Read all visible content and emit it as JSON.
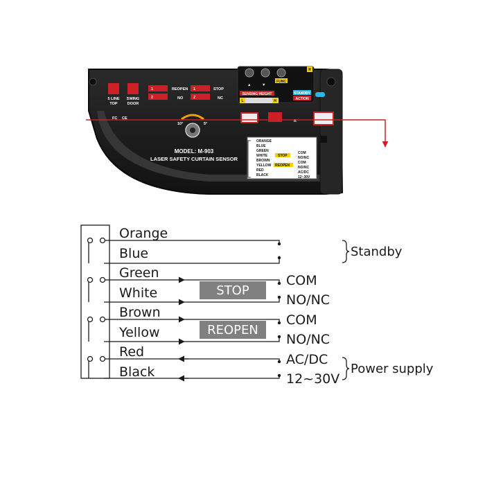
{
  "device": {
    "model": "MODEL: M-903",
    "product": "LASER SAFETY CURTAIN SENSOR",
    "func": "FUNC",
    "sensing_height": "SENSING HEIGHT",
    "standby": "STANDBY",
    "action": "ACTION",
    "line_top": [
      "5 LINE",
      "TOP"
    ],
    "swing_door": [
      "SWING",
      "DOOR"
    ],
    "reopen": "REOPEN",
    "stop": "STOP",
    "no": "NO",
    "nc": "NC",
    "ch1": "1",
    "ch2": "2",
    "angle_left": "10°",
    "angle_right": "5°",
    "fcc": "FC",
    "ce": "CE",
    "sw_l": "L",
    "sw_h": "H",
    "r_mark": "R",
    "corner_r": "R",
    "label_wires": [
      "ORANGE",
      "BLUE",
      "GREEN",
      "WHITE",
      "BROWN",
      "YELLOW",
      "RED",
      "BLACK"
    ],
    "label_stop": "STOP",
    "label_reopen": "REOPEN",
    "label_com1": "COM",
    "label_nonc1": "NO/NC",
    "label_com2": "COM",
    "label_nonc2": "NO/NC",
    "label_acdc": "AC/DC",
    "label_volt": "12~30V"
  },
  "wiring": {
    "wires": [
      "Orange",
      "Blue",
      "Green",
      "White",
      "Brown",
      "Yellow",
      "Red",
      "Black"
    ],
    "stop": "STOP",
    "reopen": "REOPEN",
    "com_1": "COM",
    "nonc_1": "NO/NC",
    "com_2": "COM",
    "nonc_2": "NO/NC",
    "acdc": "AC/DC",
    "voltage": "12~30V",
    "standby": "Standby",
    "power_supply": "Power supply"
  },
  "colors": {
    "housing": "#1c1c1c",
    "accent_red": "#cc1f26",
    "accent_yellow": "#f4d000",
    "accent_cyan": "#29b6e8",
    "badge_gray": "#808080",
    "line": "#1a1a1a"
  }
}
